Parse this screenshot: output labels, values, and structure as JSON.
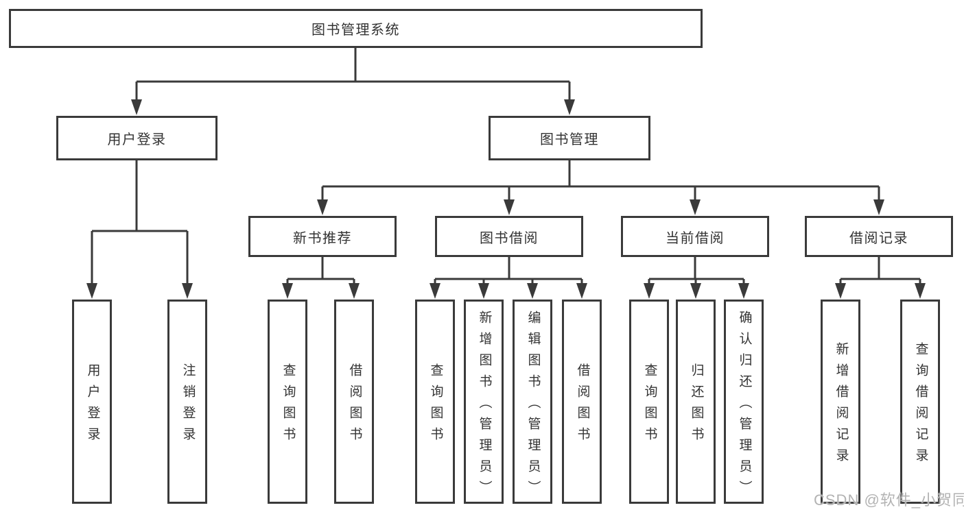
{
  "nodes": {
    "root": "图书管理系统",
    "user_login": "用户登录",
    "book_management": "图书管理",
    "new_book_recommend": "新书推荐",
    "book_borrowing": "图书借阅",
    "current_borrowing": "当前借阅",
    "borrowing_records": "借阅记录",
    "leaf_user_login": "用户登录",
    "leaf_logout": "注销登录",
    "leaf_nbr_query_books": "查询图书",
    "leaf_nbr_borrow_books": "借阅图书",
    "leaf_bb_query_books": "查询图书",
    "leaf_bb_add_books_admin": "新增图书（管理员）",
    "leaf_bb_edit_books_admin": "编辑图书（管理员）",
    "leaf_bb_borrow_books": "借阅图书",
    "leaf_cb_query_books": "查询图书",
    "leaf_cb_return_books": "归还图书",
    "leaf_cb_confirm_return_admin": "确认归还（管理员）",
    "leaf_br_add_record": "新增借阅记录",
    "leaf_br_query_record": "查询借阅记录"
  },
  "edges": [
    [
      "图书管理系统",
      "用户登录"
    ],
    [
      "图书管理系统",
      "图书管理"
    ],
    [
      "用户登录",
      "用户登录"
    ],
    [
      "用户登录",
      "注销登录"
    ],
    [
      "图书管理",
      "新书推荐"
    ],
    [
      "图书管理",
      "图书借阅"
    ],
    [
      "图书管理",
      "当前借阅"
    ],
    [
      "图书管理",
      "借阅记录"
    ],
    [
      "新书推荐",
      "查询图书"
    ],
    [
      "新书推荐",
      "借阅图书"
    ],
    [
      "图书借阅",
      "查询图书"
    ],
    [
      "图书借阅",
      "新增图书（管理员）"
    ],
    [
      "图书借阅",
      "编辑图书（管理员）"
    ],
    [
      "图书借阅",
      "借阅图书"
    ],
    [
      "当前借阅",
      "查询图书"
    ],
    [
      "当前借阅",
      "归还图书"
    ],
    [
      "当前借阅",
      "确认归还（管理员）"
    ],
    [
      "借阅记录",
      "新增借阅记录"
    ],
    [
      "借阅记录",
      "查询借阅记录"
    ]
  ],
  "watermark": "CSDN @软件_小贺同学",
  "colors": {
    "line": "#3a3a3a",
    "text": "#333333",
    "watermark": "#b3b3b3",
    "background": "#ffffff"
  }
}
